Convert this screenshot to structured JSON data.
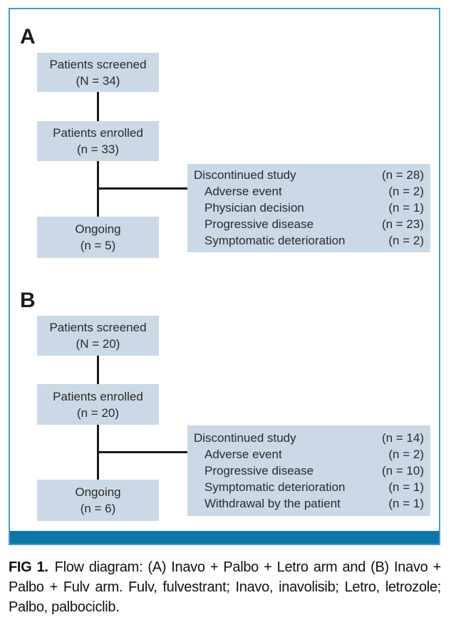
{
  "panels": [
    {
      "label": "A",
      "screened": {
        "title": "Patients screened",
        "count": "(N = 34)"
      },
      "enrolled": {
        "title": "Patients enrolled",
        "count": "(n = 33)"
      },
      "ongoing": {
        "title": "Ongoing",
        "count": "(n = 5)"
      },
      "discontinued": {
        "rows": [
          {
            "label": "Discontinued study",
            "count": "(n = 28)"
          },
          {
            "label": "Adverse event",
            "count": "(n = 2)"
          },
          {
            "label": "Physician decision",
            "count": "(n = 1)"
          },
          {
            "label": "Progressive disease",
            "count": "(n = 23)"
          },
          {
            "label": "Symptomatic deterioration",
            "count": "(n = 2)"
          }
        ]
      }
    },
    {
      "label": "B",
      "screened": {
        "title": "Patients screened",
        "count": "(N = 20)"
      },
      "enrolled": {
        "title": "Patients enrolled",
        "count": "(n = 20)"
      },
      "ongoing": {
        "title": "Ongoing",
        "count": "(n = 6)"
      },
      "discontinued": {
        "rows": [
          {
            "label": "Discontinued study",
            "count": "(n = 14)"
          },
          {
            "label": "Adverse event",
            "count": "(n = 2)"
          },
          {
            "label": "Progressive disease",
            "count": "(n = 10)"
          },
          {
            "label": "Symptomatic deterioration",
            "count": "(n = 1)"
          },
          {
            "label": "Withdrawal by the patient",
            "count": "(n = 1)"
          }
        ]
      }
    }
  ],
  "caption": {
    "fig_label": "FIG 1.",
    "text": "Flow diagram: (A) Inavo + Palbo + Letro arm and (B) Inavo + Palbo + Fulv arm. Fulv, fulvestrant; Inavo, inavolisib; Letro, letrozole; Palbo, palbociclib."
  },
  "colors": {
    "box_fill": "#cbd8e6",
    "frame_border": "#4d9ac9",
    "bottom_bar": "#0d76aa",
    "connector": "#1a1a1a"
  }
}
